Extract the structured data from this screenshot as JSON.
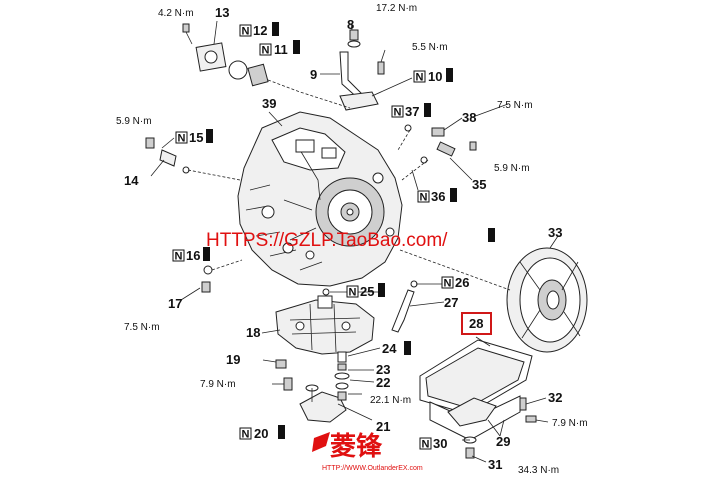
{
  "callouts": [
    {
      "text": "13"
    },
    {
      "text": "12"
    },
    {
      "text": "11"
    },
    {
      "text": "8"
    },
    {
      "text": "9"
    },
    {
      "text": "10"
    },
    {
      "text": "39"
    },
    {
      "text": "37"
    },
    {
      "text": "38"
    },
    {
      "text": "15"
    },
    {
      "text": "14"
    },
    {
      "text": "36"
    },
    {
      "text": "35"
    },
    {
      "text": "33"
    },
    {
      "text": "16"
    },
    {
      "text": "26"
    },
    {
      "text": "25"
    },
    {
      "text": "27"
    },
    {
      "text": "17"
    },
    {
      "text": "28"
    },
    {
      "text": "18"
    },
    {
      "text": "24"
    },
    {
      "text": "19"
    },
    {
      "text": "23"
    },
    {
      "text": "22"
    },
    {
      "text": "20"
    },
    {
      "text": "21"
    },
    {
      "text": "32"
    },
    {
      "text": "30"
    },
    {
      "text": "29"
    },
    {
      "text": "31"
    }
  ],
  "torques": [
    {
      "text": "4.2 N·m"
    },
    {
      "text": "17.2 N·m"
    },
    {
      "text": "5.5 N·m"
    },
    {
      "text": "7.5 N·m"
    },
    {
      "text": "5.9 N·m"
    },
    {
      "text": "5.9 N·m"
    },
    {
      "text": "7.5 N·m"
    },
    {
      "text": "7.9 N·m"
    },
    {
      "text": "22.1 N·m"
    },
    {
      "text": "7.9 N·m"
    },
    {
      "text": "34.3 N·m"
    }
  ],
  "new_part_marker": "N",
  "watermark": {
    "url_text": "HTTPS://GZLP.TaoBao.com/",
    "logo_text": "菱锋",
    "logo_url": "HTTP://WWW.OutlanderEX.com"
  },
  "colors": {
    "watermark": "#e01010",
    "ink": "#222222",
    "highlight_box": "#d01818"
  }
}
